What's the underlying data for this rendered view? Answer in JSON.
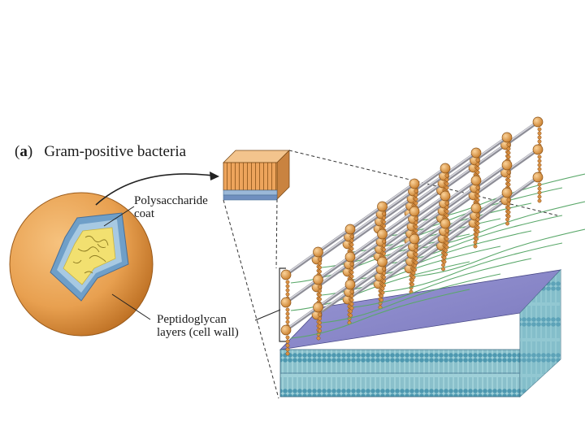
{
  "diagram": {
    "panel_letter": "a",
    "title": "Gram-positive bacteria",
    "labels": {
      "coat_line1": "Polysaccharide",
      "coat_line2": "coat",
      "peptido_line1": "Peptidoglycan",
      "peptido_line2": "layers (cell wall)"
    },
    "colors": {
      "orange": "#e8a050",
      "orange_dark": "#b86a1e",
      "yellow": "#f2e070",
      "blue": "#7da8cc",
      "membrane_top": "#8a88c8",
      "membrane_side": "#6aa8c0",
      "rod": "#a9a9b0",
      "green_strand": "#5aa86a"
    }
  }
}
